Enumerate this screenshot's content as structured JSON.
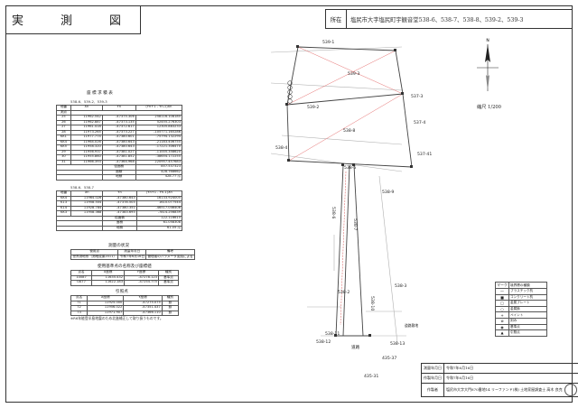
{
  "title": "実　測　図",
  "location": {
    "label": "所在",
    "value": "塩尻市大字塩尻町宇観音堂538-6、538-7、538-8、539-2、539-3"
  },
  "scale_label": "縮尺 1/200",
  "area_table": {
    "caption": "座 標 求 積 表",
    "group1": "538-6、539-2、539-3",
    "group2": "538-6、538-7",
    "headers": [
      "地番",
      "測点",
      "Xn",
      "Yn",
      "(Yn+1 - Yn-1)Xn"
    ],
    "rows1": [
      [
        "25",
        "11962.542",
        "-47375.306",
        "258116.108185"
      ],
      [
        "26",
        "11962.887",
        "-47373.135",
        "52455.276303"
      ],
      [
        "27",
        "11961.418",
        "-47372.617",
        "12305.883233"
      ],
      [
        "28",
        "11973.265",
        "-47373.227",
        "-105771.165286"
      ],
      [
        "KK1",
        "11977.774",
        "-47380.601",
        "-75794.132294"
      ],
      [
        "KK4",
        "11964.026",
        "-47380.643",
        "-21183.406755"
      ],
      [
        "KK5",
        "11958.320",
        "-47380.643",
        "-17221.306470"
      ],
      [
        "29",
        "11956.937",
        "-47381.027",
        "-11005.358620"
      ],
      [
        "30",
        "11955.860",
        "-47381.852",
        "-38654.172255"
      ],
      [
        "31",
        "11966.393",
        "-47364.968",
        "220957.457683"
      ]
    ],
    "sum1": [
      [
        "倍面積",
        "857.537323"
      ],
      [
        "面積",
        "428.768662"
      ],
      [
        "地積",
        "428.77 ㎡"
      ]
    ],
    "rows2": [
      [
        "KK4",
        "11964.026",
        "-47380.643",
        "16133.924005"
      ],
      [
        "K13",
        "11958.504",
        "-47378.503",
        "1610.077544"
      ],
      [
        "K14",
        "11928.784",
        "-47380.351",
        "-46517.046406"
      ],
      [
        "KK3",
        "11958.368",
        "-47383.693",
        "-7814.256839"
      ]
    ],
    "sum2": [
      [
        "倍面積",
        "122.116615"
      ],
      [
        "面積",
        "61.058308"
      ],
      [
        "地積",
        "61.05 ㎡"
      ]
    ]
  },
  "mark_table": {
    "caption": "測量の状況",
    "headers": [
      "使用点",
      "測量年月日",
      "備考"
    ],
    "rows": [
      [
        "世界測地系（測地成果2011）",
        "令和7年6月16日",
        "管理者のパラメータ変換による"
      ]
    ]
  },
  "control_table": {
    "caption": "使用基準点の名称及び座標値",
    "headers": [
      "点名",
      "X座標",
      "Y座標",
      "種別"
    ],
    "rows": [
      [
        "10087",
        "11635.432",
        "-47278.123",
        "基準点"
      ],
      [
        "UA77",
        "11622.183",
        "-47254.775",
        "基準点"
      ]
    ]
  },
  "boundary_table": {
    "caption": "引照点",
    "headers": [
      "点名",
      "X座標",
      "Y座標",
      "種別"
    ],
    "rows": [
      [
        "T1",
        "11925.000",
        "-47275.075",
        "鋲"
      ],
      [
        "T2",
        "11956.022",
        "-47351.437",
        "鋲"
      ],
      [
        "T3",
        "11971.907",
        "-47366.110",
        "鋲"
      ]
    ]
  },
  "footnote": "※R6年能登半島地震のため北進補正して取り扱うものです。",
  "map": {
    "parcels": [
      "539-1",
      "539-3",
      "539-2",
      "537-3",
      "537-4",
      "538-8",
      "538-4",
      "537-41",
      "538-5",
      "538-9",
      "538-6",
      "538-7",
      "538-2",
      "538-3",
      "538-10",
      "538-11",
      "538-12",
      "538-13",
      "435-31",
      "435-37"
    ],
    "road_label": "道路",
    "road_note": "道路敷地",
    "north_label": "N"
  },
  "legend": {
    "header": [
      "マーク",
      "境界標の種類"
    ],
    "items": [
      [
        "—",
        "プラスチック杭"
      ],
      [
        "■",
        "コンクリート杭"
      ],
      [
        "□",
        "金属プレート"
      ],
      [
        "○",
        "金属鋲"
      ],
      [
        "+",
        "ペイント"
      ],
      [
        "⊗",
        "刻み"
      ],
      [
        "◉",
        "基準点"
      ],
      [
        "▲",
        "引照点"
      ]
    ]
  },
  "footer": {
    "rows": [
      [
        "測量年月日",
        "令和7年6月16日"
      ],
      [
        "作製年月日",
        "令和7年6月16日"
      ],
      [
        "作製者",
        "塩尻市大字大門870番地14 リーファンド(株)  土地家屋調査士 高木 良克"
      ]
    ]
  }
}
